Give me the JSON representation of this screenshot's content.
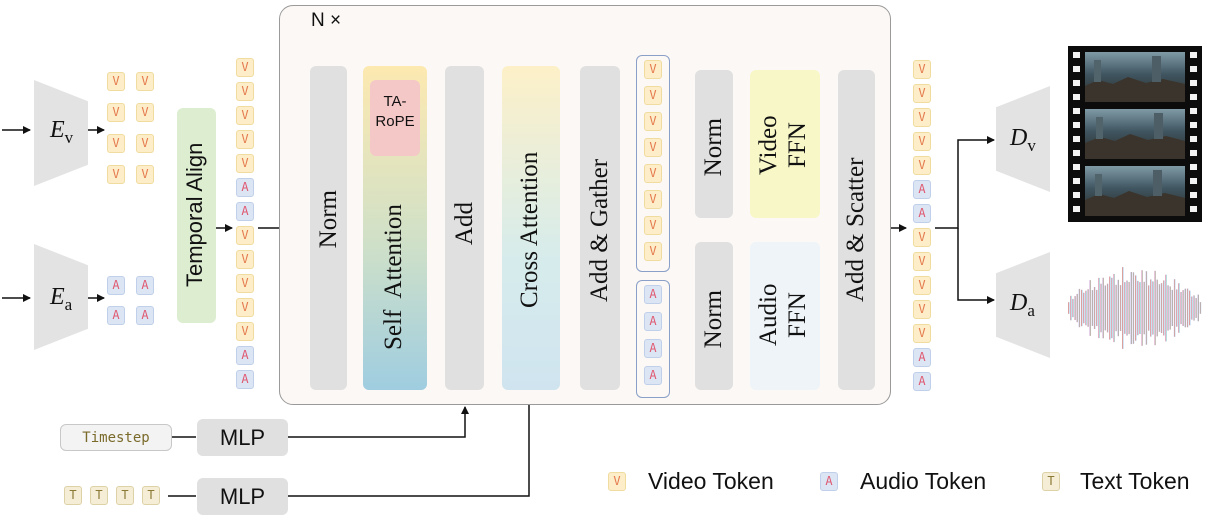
{
  "repeat_label": "N ×",
  "encoders": {
    "video": {
      "symbol": "E",
      "sub": "v"
    },
    "audio": {
      "symbol": "E",
      "sub": "a"
    }
  },
  "decoders": {
    "video": {
      "symbol": "D",
      "sub": "v"
    },
    "audio": {
      "symbol": "D",
      "sub": "a"
    }
  },
  "temporal_align": "Temporal Align",
  "block": {
    "norm": "Norm",
    "ta_rope": "TA-\nRoPE",
    "self_attention": "Self  Attention",
    "add": "Add",
    "cross_attention": "Cross Attention",
    "add_gather": "Add & Gather",
    "video_norm": "Norm",
    "video_ffn": "Video\nFFN",
    "audio_norm": "Norm",
    "audio_ffn": "Audio\nFFN",
    "add_scatter": "Add & Scatter"
  },
  "token_glyphs": {
    "video": "V",
    "audio": "A",
    "text": "T"
  },
  "timestep_label": "Timestep",
  "mlp_label": "MLP",
  "legend": {
    "video": "Video Token",
    "audio": "Audio Token",
    "text": "Text Token"
  },
  "colors": {
    "video_token": "#fdeec9",
    "audio_token": "#dbe5f4",
    "text_token": "#f5edd5",
    "temporal_align": "#dcedd0",
    "ta_rope": "#f5c8c8",
    "video_ffn": "#f7f7c8",
    "audio_ffn": "#eef4f8"
  }
}
